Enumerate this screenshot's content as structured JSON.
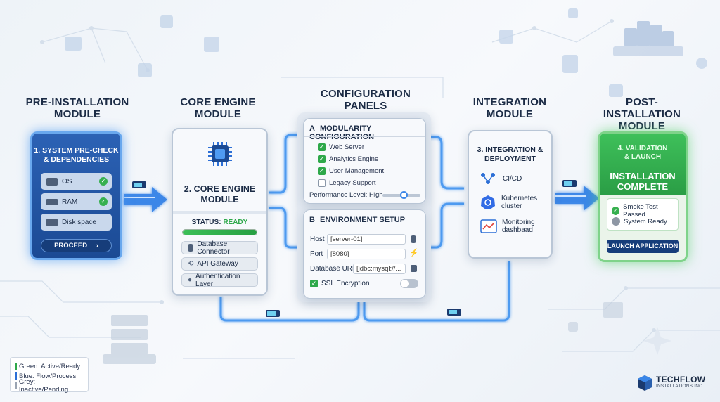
{
  "modules": {
    "pre": {
      "title_l1": "PRE-INSTALLATION",
      "title_l2": "MODULE",
      "card_title_l1": "1. SYSTEM PRE-CHECK",
      "card_title_l2": "& DEPENDENCIES",
      "items": [
        "OS",
        "RAM",
        "Disk space"
      ],
      "button": "PROCEED"
    },
    "core": {
      "title_l1": "CORE ENGINE",
      "title_l2": "MODULE",
      "card_title_l1": "2. CORE ENGINE",
      "card_title_l2": "MODULE",
      "status_label": "STATUS:",
      "status_value": "READY",
      "status_progress": 1.0,
      "items": [
        "Database Connector",
        "API Gateway",
        "Authentication Layer"
      ]
    },
    "config": {
      "title_l1": "CONFIGURATION",
      "title_l2": "PANELS",
      "a_letter": "A",
      "a_title": "MODULARITY CONFIGURATION",
      "options": [
        {
          "label": "Web Server",
          "checked": true
        },
        {
          "label": "Analytics Engine",
          "checked": true
        },
        {
          "label": "User Management",
          "checked": true
        },
        {
          "label": "Legacy Support",
          "checked": false
        }
      ],
      "perf_label": "Performance Level: High",
      "perf_level": 0.55,
      "b_letter": "B",
      "b_title": "ENVIRONMENT SETUP",
      "fields": [
        {
          "label": "Host",
          "value": "[server-01]"
        },
        {
          "label": "Port",
          "value": "[8080]"
        },
        {
          "label": "Database URL",
          "value": "[jdbc:mysql://..."
        }
      ],
      "ssl_label": "SSL Encryption"
    },
    "integration": {
      "title_l1": "INTEGRATION",
      "title_l2": "MODULE",
      "card_title_l1": "3. INTEGRATION &",
      "card_title_l2": "DEPLOYMENT",
      "items": [
        {
          "l1": "CI/CD",
          "l2": ""
        },
        {
          "l1": "Kubernetes",
          "l2": "cluster"
        },
        {
          "l1": "Monitoring",
          "l2": "dashbaad"
        }
      ]
    },
    "post": {
      "title_l1": "POST-INSTALLATION",
      "title_l2": "MODULE",
      "card_title_l1": "4. VALIDATION",
      "card_title_l2": "& LAUNCH",
      "complete_l1": "INSTALLATION",
      "complete_l2": "COMPLETE",
      "checks": [
        "Smoke Test Passed",
        "System Ready"
      ],
      "button": "LAUNCH APPLICATION"
    }
  },
  "legend": {
    "items": [
      {
        "label": "Green: Active/Ready",
        "color": "#2ea84a"
      },
      {
        "label": "Blue: Flow/Process",
        "color": "#2c6fd6"
      },
      {
        "label": "Grey: Inactive/Pending",
        "color": "#9aa4b2"
      }
    ]
  },
  "brand": {
    "name": "TECHFLOW",
    "sub": "INSTALLATIONS INC."
  },
  "colors": {
    "active": "#2ea84a",
    "flow": "#2c6fd6",
    "inactive": "#9aa4b2"
  }
}
